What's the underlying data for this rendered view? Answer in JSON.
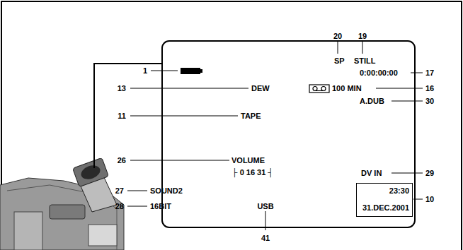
{
  "diagram": {
    "nodes": [
      {
        "text": [
          "23:30",
          "31.DEC.2001"
        ]
      }
    ],
    "labels": [
      "20",
      "19",
      "SP",
      "STILL",
      "1",
      "0:00:00:00",
      "17",
      "13",
      "DEW",
      "100 MIN",
      "16",
      "A.DUB",
      "30",
      "11",
      "TAPE",
      "26",
      "VOLUME",
      "├ 0 16 31 ┤",
      "DV IN",
      "29",
      "27",
      "SOUND2",
      "28",
      "16BIT",
      "USB",
      "41",
      "10"
    ]
  }
}
